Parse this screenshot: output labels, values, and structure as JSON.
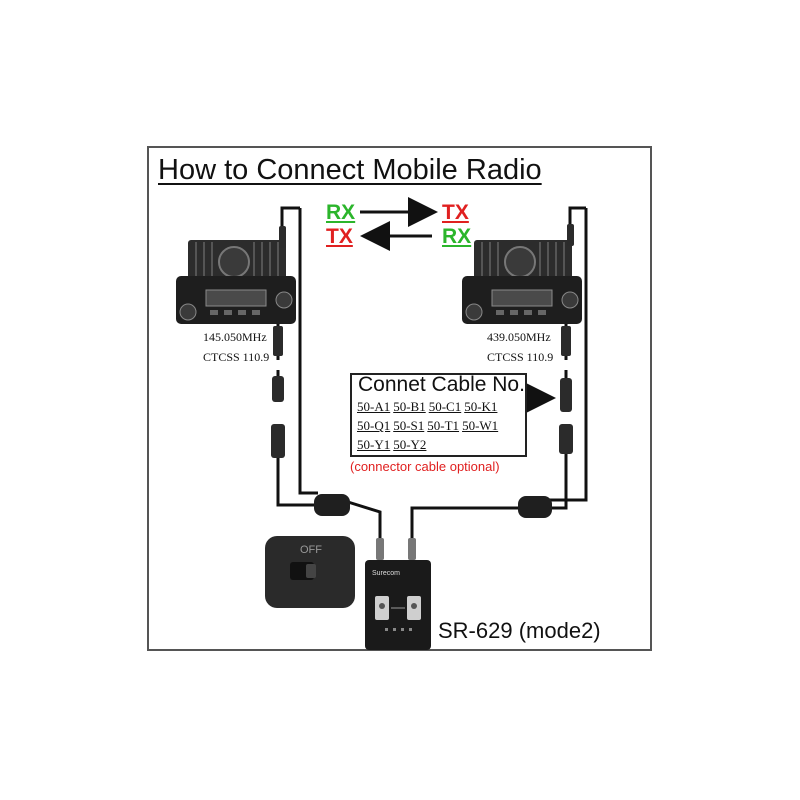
{
  "title": "How to Connect Mobile Radio",
  "signal_flow": {
    "left_top": "RX",
    "left_bottom": "TX",
    "right_top": "TX",
    "right_bottom": "RX",
    "rx_color": "#2bb52b",
    "tx_color": "#e02020"
  },
  "left_radio": {
    "frequency": "145.050MHz",
    "tone": "CTCSS 110.9"
  },
  "right_radio": {
    "frequency": "439.050MHz",
    "tone": "CTCSS 110.9"
  },
  "cable_box": {
    "heading": "Connet Cable No.",
    "rows": [
      [
        "50-A1",
        "50-B1",
        "50-C1",
        "50-K1"
      ],
      [
        "50-Q1",
        "50-S1",
        "50-T1",
        "50-W1"
      ],
      [
        "50-Y1",
        "50-Y2"
      ]
    ],
    "note": "(connector cable optional)"
  },
  "device": {
    "label": "SR-629 (mode2)",
    "brand": "Surecom",
    "switch_label": "OFF"
  }
}
